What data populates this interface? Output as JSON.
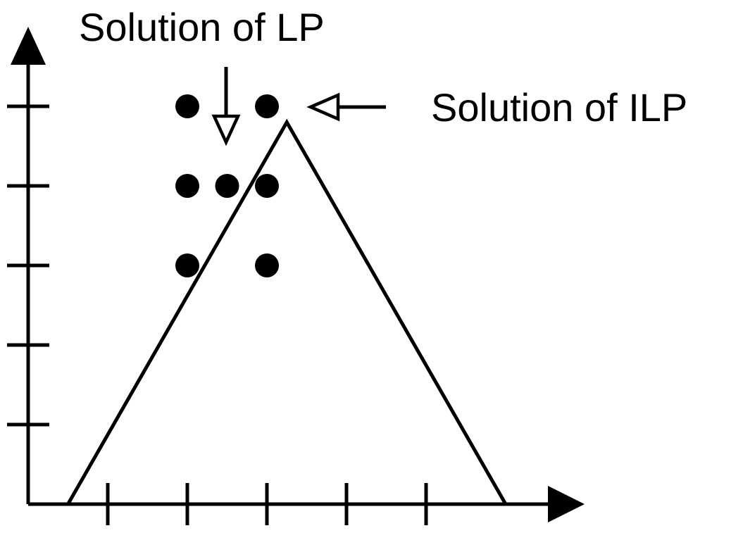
{
  "labels": {
    "lp_solution": "Solution of LP",
    "ilp_solution": "Solution of ILP"
  },
  "colors": {
    "stroke": "#000000",
    "background": "#ffffff",
    "hollow_arrowhead_fill": "#ffffff",
    "point_fill": "#000000"
  },
  "icons": {
    "lp_pointer": "down-arrow-hollow-head",
    "ilp_pointer": "left-arrow-hollow-head"
  },
  "grid": {
    "x_ticks": [
      1,
      2,
      3,
      4,
      5
    ],
    "y_ticks": [
      1,
      2,
      3,
      4,
      5
    ]
  },
  "lattice_points": [
    {
      "x": 2,
      "y": 5
    },
    {
      "x": 3,
      "y": 5
    },
    {
      "x": 2,
      "y": 4
    },
    {
      "x": 2.5,
      "y": 4
    },
    {
      "x": 3,
      "y": 4
    },
    {
      "x": 2,
      "y": 3
    },
    {
      "x": 3,
      "y": 3
    }
  ],
  "feasible_region": [
    {
      "x": 0.5,
      "y": 0
    },
    {
      "x": 3.25,
      "y": 4.8
    },
    {
      "x": 6,
      "y": 0
    }
  ],
  "lp_optimum": {
    "x": 3.25,
    "y": 4.8
  },
  "ilp_optimum": {
    "x": 3,
    "y": 5
  }
}
